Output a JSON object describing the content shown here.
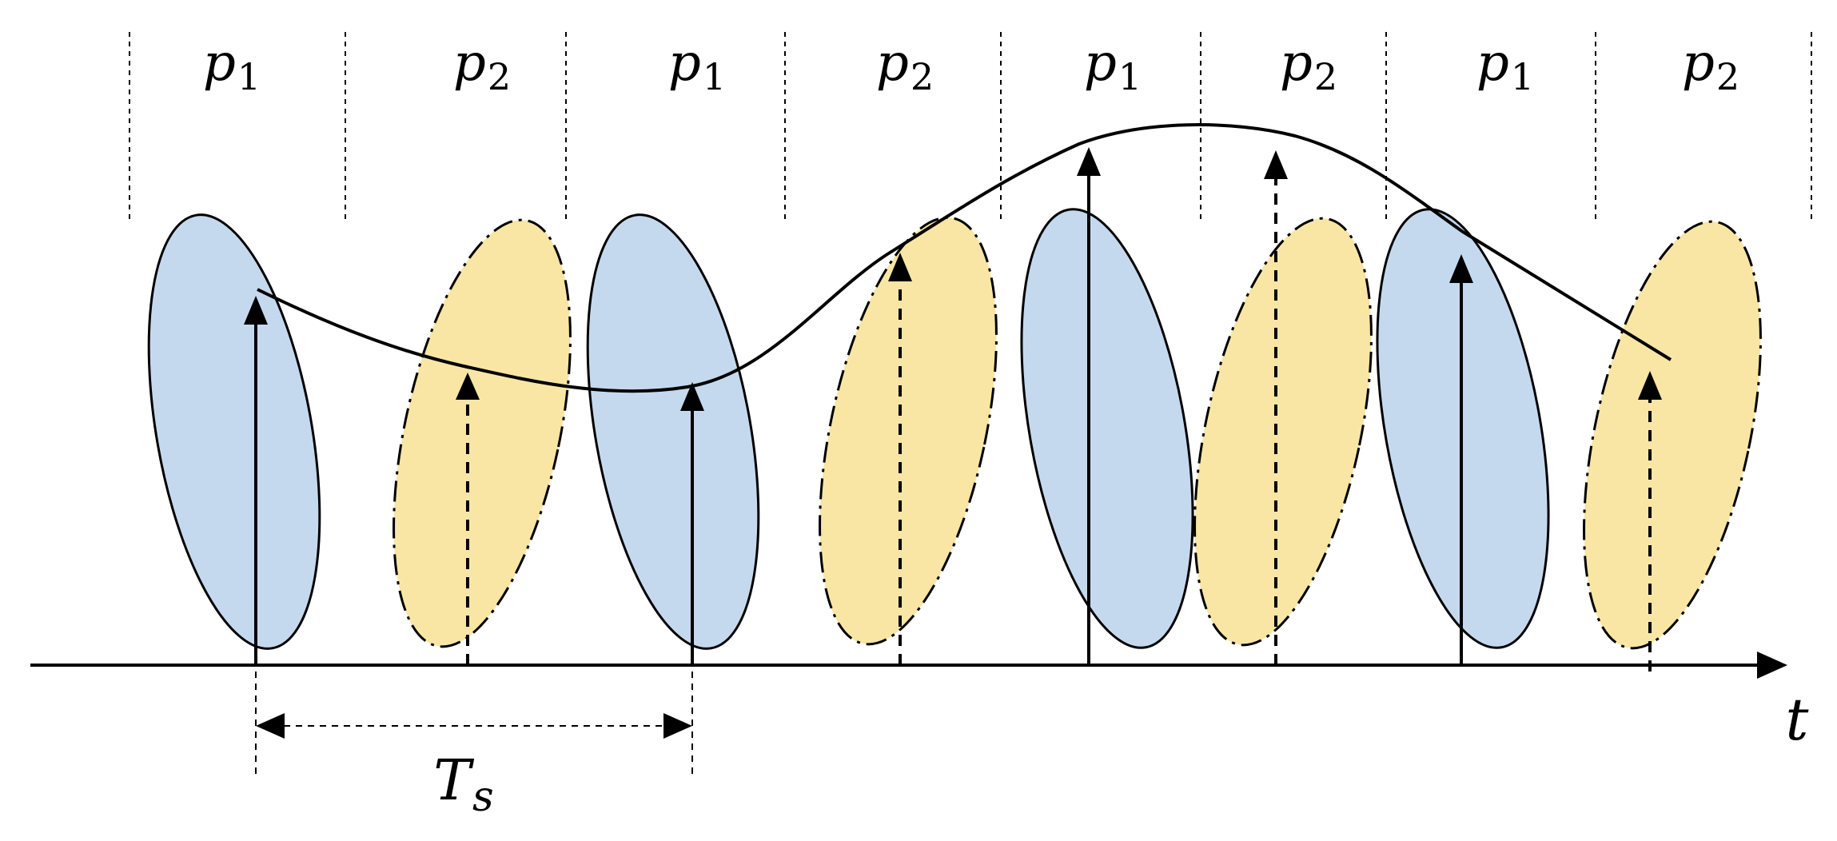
{
  "diagram": {
    "slot_labels": [
      {
        "base": "p",
        "sub": "1"
      },
      {
        "base": "p",
        "sub": "2"
      },
      {
        "base": "p",
        "sub": "1"
      },
      {
        "base": "p",
        "sub": "2"
      },
      {
        "base": "p",
        "sub": "1"
      },
      {
        "base": "p",
        "sub": "2"
      },
      {
        "base": "p",
        "sub": "1"
      },
      {
        "base": "p",
        "sub": "2"
      }
    ],
    "time_axis_label": "t",
    "period_label": {
      "base": "T",
      "sub": "s"
    },
    "colors": {
      "p1_fill": "#c5d9ee",
      "p2_fill": "#f9e6a4",
      "stroke": "#000000"
    }
  }
}
